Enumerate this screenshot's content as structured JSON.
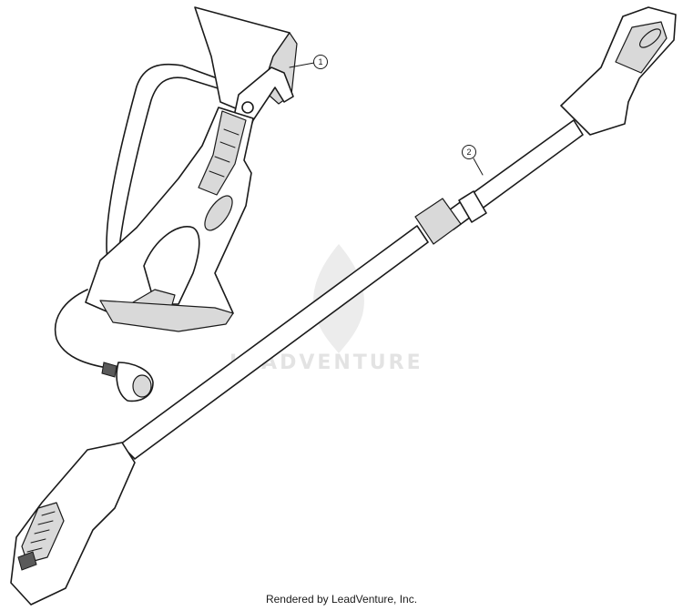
{
  "watermark": {
    "text": "LEADVENTURE"
  },
  "callouts": [
    {
      "label": "1"
    },
    {
      "label": "2"
    }
  ],
  "footer": {
    "text": "Rendered by LeadVenture, Inc."
  }
}
